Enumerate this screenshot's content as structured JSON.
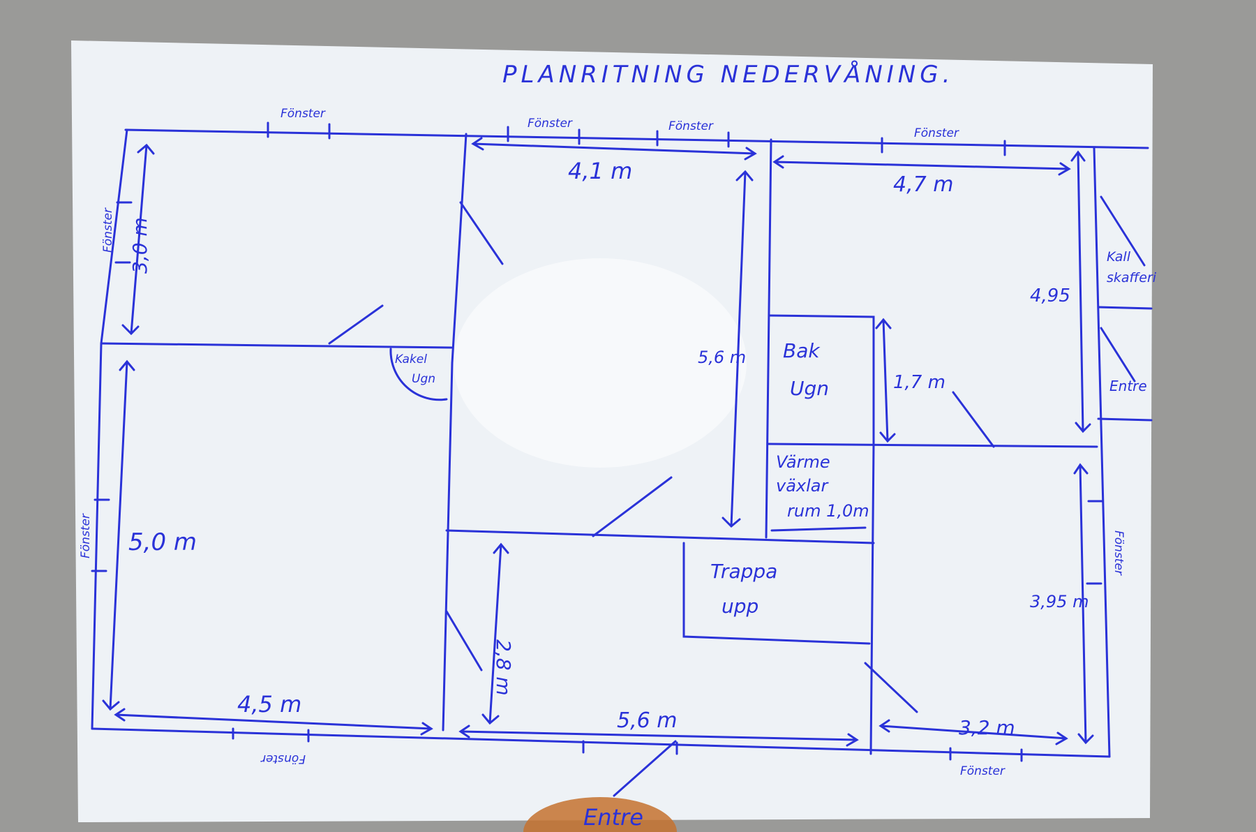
{
  "colors": {
    "ink": "#2a32d8",
    "paper": "#eef2f6",
    "background": "#9a9a98"
  },
  "title": "PLANRITNING NEDERVÅNING.",
  "labels": {
    "window_top_left": "Fönster",
    "window_top_mid1": "Fönster",
    "window_top_mid2": "Fönster",
    "window_top_right": "Fönster",
    "window_left_upper": "Fönster",
    "window_left_lower": "Fönster",
    "window_right_lower": "Fönster",
    "window_bottom_left": "Fönster",
    "window_bottom_right": "Fönster",
    "kakel_ugn": [
      "Kakel",
      "Ugn"
    ],
    "bak_ugn": [
      "Bak",
      "Ugn"
    ],
    "varme": [
      "Värme",
      "växlar",
      "rum 1,0m"
    ],
    "trappa": [
      "Trappa",
      "upp"
    ],
    "kall_skafferi": [
      "Kall",
      "skafferi"
    ],
    "entre_right": "Entre",
    "entre_bottom": "Entre"
  },
  "dimensions": {
    "d_41": "4,1 m",
    "d_47": "4,7 m",
    "d_30": "3,0 m",
    "d_56_vertical": "5,6 m",
    "d_17": "1,7 m",
    "d_495": "4,95",
    "d_50": "5,0 m",
    "d_28": "2,8 m",
    "d_395": "3,95 m",
    "d_45": "4,5 m",
    "d_56_horizontal": "5,6 m",
    "d_32": "3,2 m"
  }
}
